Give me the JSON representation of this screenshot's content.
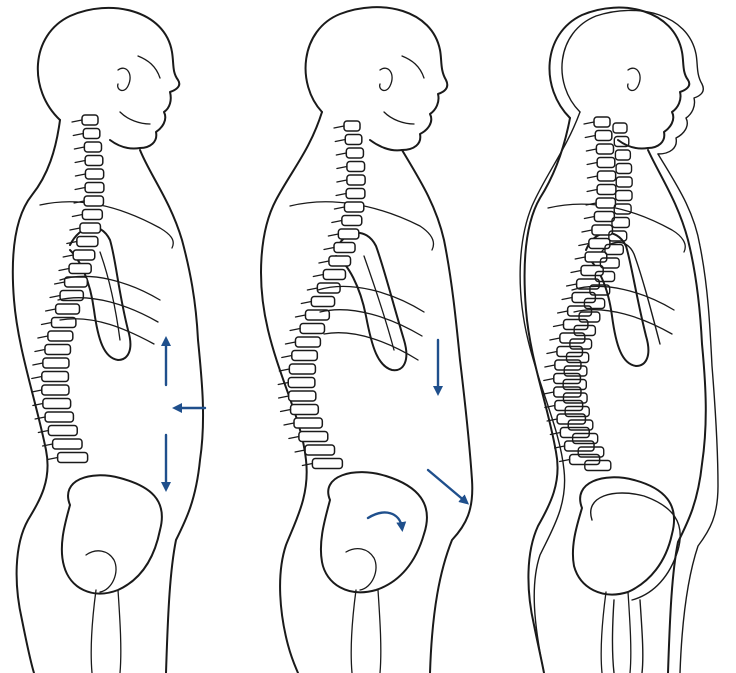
{
  "colors": {
    "ink": "#1a1a1a",
    "arrow": "#1f4f8c",
    "background": "#ffffff"
  },
  "panels": [
    {
      "id": "panel-1",
      "arrows": [
        "up",
        "left",
        "down"
      ]
    },
    {
      "id": "panel-2",
      "arrows": [
        "down",
        "down-right",
        "curved"
      ]
    },
    {
      "id": "panel-3",
      "arrows": []
    }
  ]
}
